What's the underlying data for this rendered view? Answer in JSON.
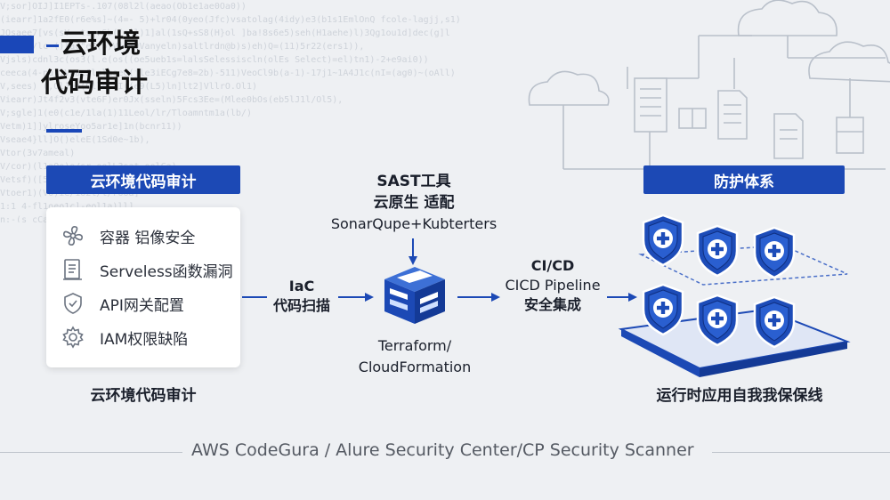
{
  "title": {
    "line1": "云环境",
    "line2": "代码审计"
  },
  "left": {
    "tag": "云环境代码审计",
    "items": [
      "容器 铝像安全",
      "Serveless函数漏洞",
      "API网关配置",
      "IAM权限缺陷"
    ],
    "caption": "云环境代码审计",
    "icons": [
      "fan-icon",
      "document-icon",
      "shield-check-icon",
      "gear-icon"
    ]
  },
  "iac": {
    "line1": "IaC",
    "line2": "代码扫描"
  },
  "sast": {
    "line1": "SAST工具",
    "line2": "云原生 适配",
    "line3": "SonarQupe+Kubterters"
  },
  "terraform": {
    "line1": "Terraform/",
    "line2": "CloudFormation"
  },
  "cicd": {
    "line1": "CI/CD",
    "line2": "CICD Pipeline",
    "line3": "安全集成"
  },
  "right": {
    "tag": "防护体系",
    "caption": "运行时应用自我我保保线"
  },
  "footer": "AWS CodeGura / Alure Security Center/CP Security Scanner",
  "colors": {
    "brand": "#1c49b5",
    "shield": "#1d4cb8",
    "background": "#eef0f3"
  }
}
